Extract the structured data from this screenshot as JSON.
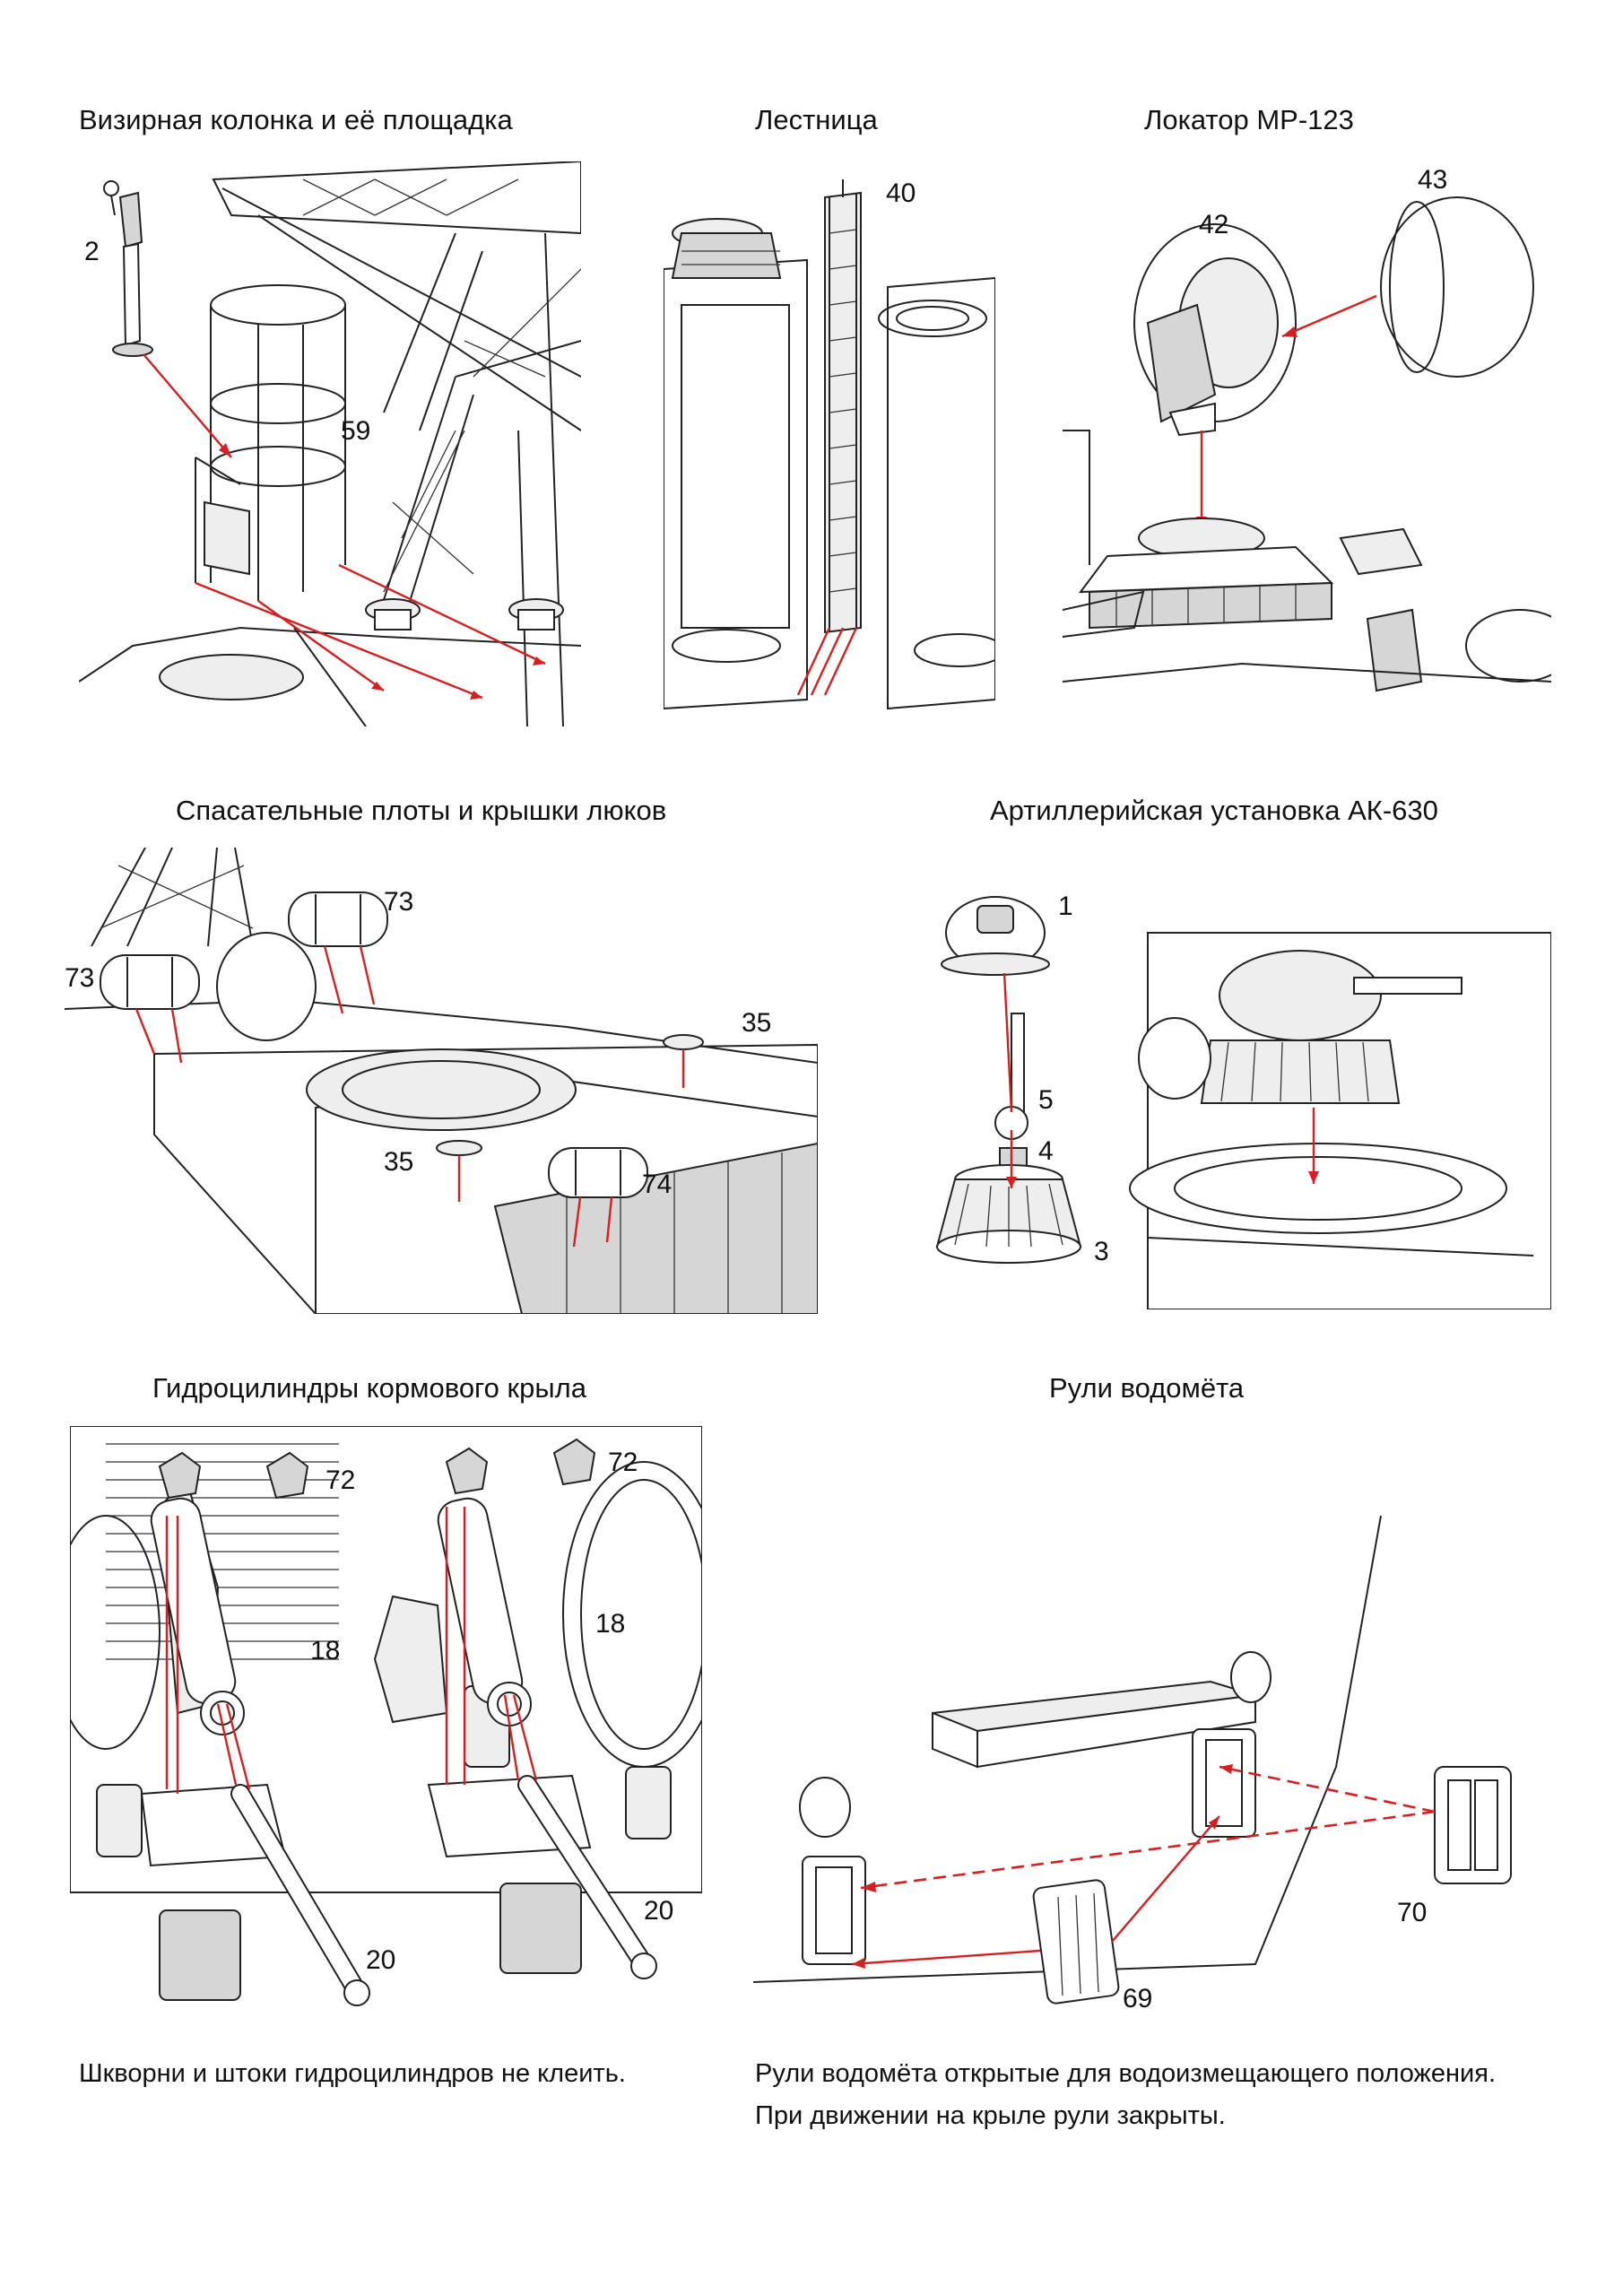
{
  "sections": {
    "sight_column": {
      "title": "Визирная колонка и её площадка",
      "callouts": [
        "2",
        "59"
      ]
    },
    "ladder": {
      "title": "Лестница",
      "callouts": [
        "40"
      ]
    },
    "locator": {
      "title": "Локатор  МР-123",
      "callouts": [
        "42",
        "43"
      ]
    },
    "rafts": {
      "title": "Спасательные плоты и крышки люков",
      "callouts": [
        "73",
        "73",
        "35",
        "35",
        "74"
      ]
    },
    "gun": {
      "title": "Артиллерийская установка  АК-630",
      "callouts": [
        "1",
        "5",
        "4",
        "3"
      ]
    },
    "hydraulics": {
      "title": "Гидроцилиндры кормового крыла",
      "callouts": [
        "72",
        "72",
        "18",
        "18",
        "20",
        "20"
      ],
      "note": "Шкворни и штоки гидроцилиндров не клеить."
    },
    "rudders": {
      "title": "Рули водомёта",
      "callouts": [
        "70",
        "69"
      ],
      "note_line1": "Рули водомёта открытые для водоизмещающего положения.",
      "note_line2": "При движении на крыле рули закрыты."
    }
  },
  "colors": {
    "arrow": "#d42020",
    "line": "#222222",
    "background": "#ffffff"
  }
}
